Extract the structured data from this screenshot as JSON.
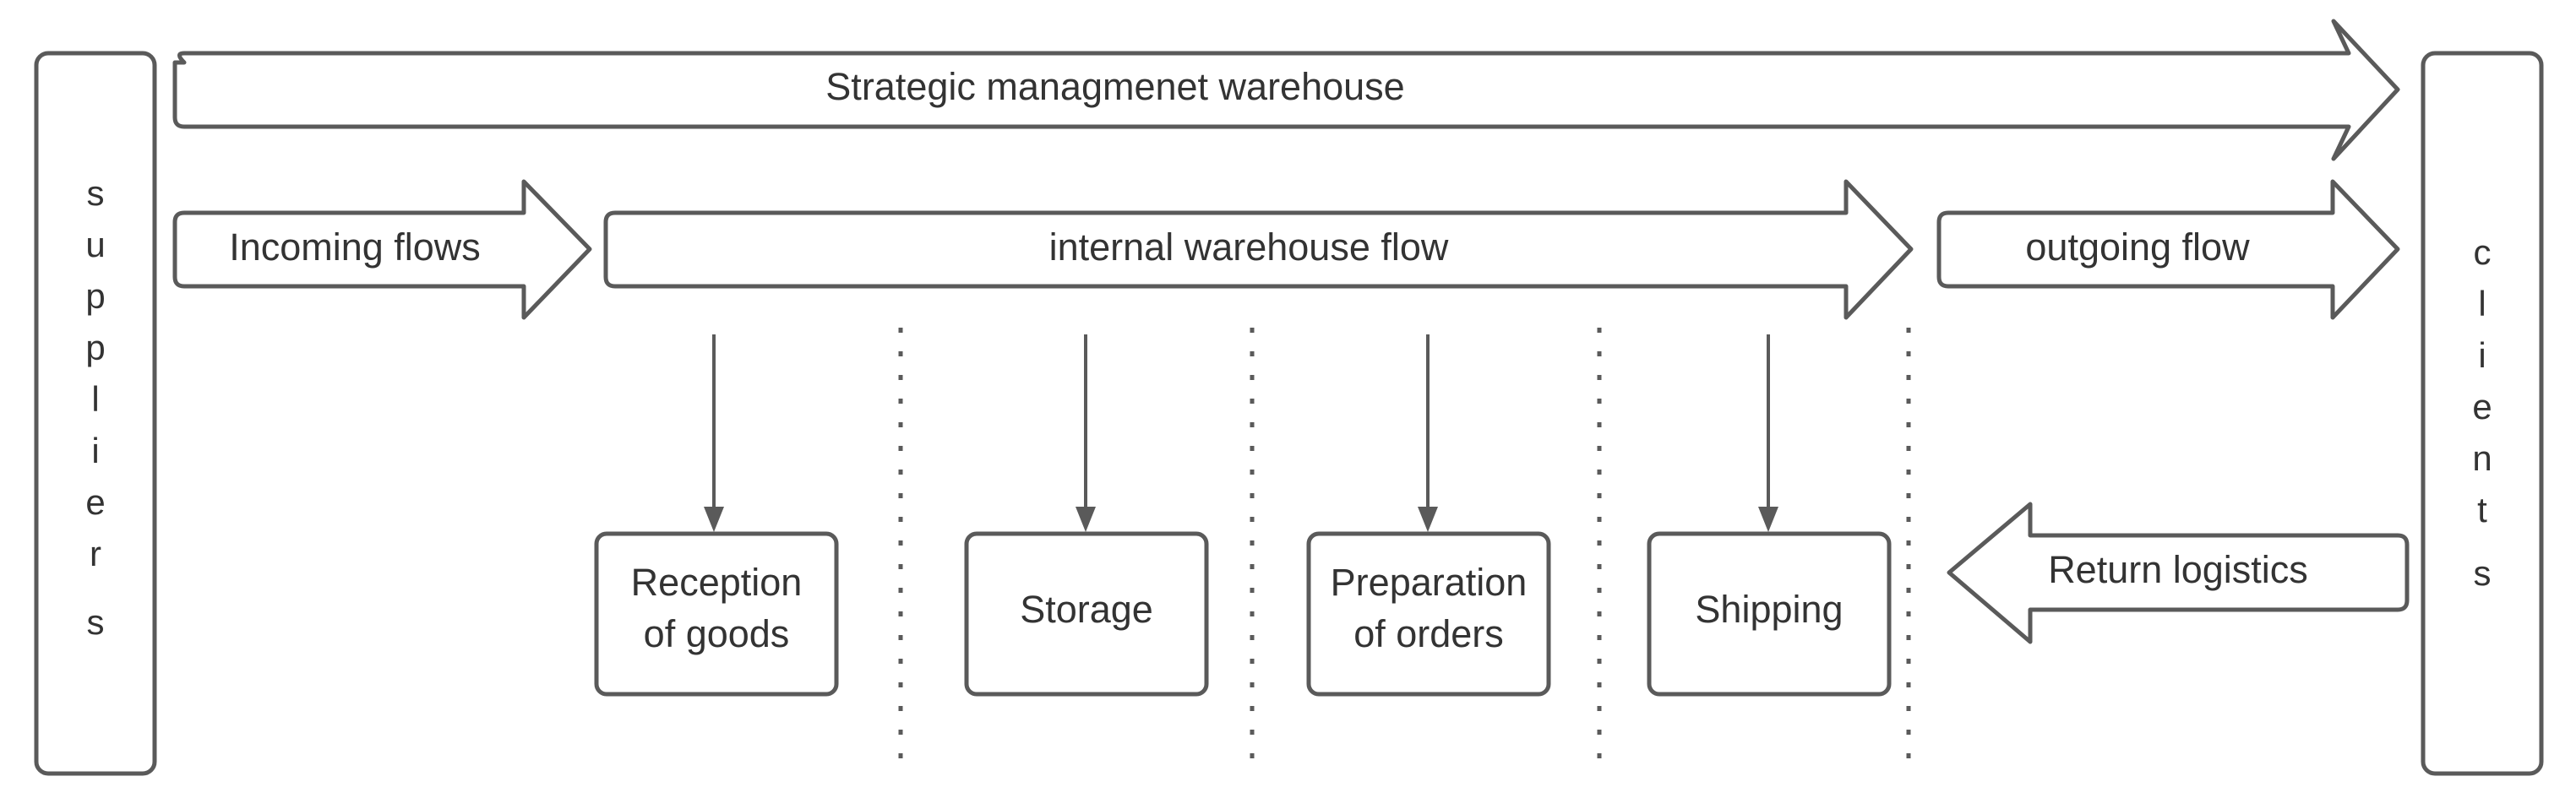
{
  "diagram": {
    "suppliers_letters": [
      "s",
      "u",
      "p",
      "p",
      "l",
      "i",
      "e",
      "r",
      "s"
    ],
    "clients_letters": [
      "c",
      "l",
      "i",
      "e",
      "n",
      "t",
      "s"
    ],
    "arrows": {
      "strategic": "Strategic managmenet warehouse",
      "incoming": "Incoming flows",
      "internal": "internal warehouse flow",
      "outgoing": "outgoing flow",
      "return": "Return logistics"
    },
    "steps": [
      {
        "lines": [
          "Reception",
          "of goods"
        ]
      },
      {
        "lines": [
          "Storage"
        ]
      },
      {
        "lines": [
          "Preparation",
          "of orders"
        ]
      },
      {
        "lines": [
          "Shipping"
        ]
      }
    ]
  }
}
